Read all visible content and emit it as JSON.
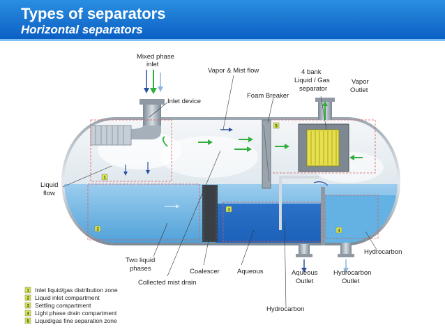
{
  "header": {
    "title": "Types of separators",
    "subtitle": "Horizontal separators"
  },
  "labels": {
    "mixed_phase_inlet_1": "Mixed phase",
    "mixed_phase_inlet_2": "inlet",
    "inlet_device": "Inlet device",
    "vapor_mist_flow": "Vapor & Mist flow",
    "foam_breaker": "Foam Breaker",
    "lg_separator_1": "4 bank",
    "lg_separator_2": "Liquid / Gas",
    "lg_separator_3": "separator",
    "vapor_outlet_1": "Vapor",
    "vapor_outlet_2": "Outlet",
    "liquid_flow_1": "Liquid",
    "liquid_flow_2": "flow",
    "two_liquid_phases_1": "Two liquid",
    "two_liquid_phases_2": "phases",
    "coalescer": "Coalescer",
    "aqueous": "Aqueous",
    "aqueous_outlet_1": "Aqueous",
    "aqueous_outlet_2": "Outlet",
    "hydrocarbon_outlet_1": "Hydrocarbon",
    "hydrocarbon_outlet_2": "Outlet",
    "hydrocarbon_right": "Hydrocarbon",
    "collected_mist_drain": "Collected mist drain",
    "hydrocarbon_bottom": "Hydrocarbon"
  },
  "zones": [
    "1",
    "2",
    "3",
    "4",
    "5"
  ],
  "legend": [
    {
      "num": "1",
      "text": "Inlet liquid/gas distribution zone"
    },
    {
      "num": "2",
      "text": "Liquid inlet compartment"
    },
    {
      "num": "3",
      "text": "Settling compartment"
    },
    {
      "num": "4",
      "text": "Light phase drain compartment"
    },
    {
      "num": "5",
      "text": "Liquid/gas fine separation zone"
    }
  ],
  "colors": {
    "header": "#0b5fc4",
    "liquid": "#4a9fd8",
    "hydrocarbon_layer": "#1b5fb8",
    "zone_badge": "#d8e84a",
    "arrow_green": "#2fae3a",
    "arrow_blue": "#2b4fa0"
  }
}
